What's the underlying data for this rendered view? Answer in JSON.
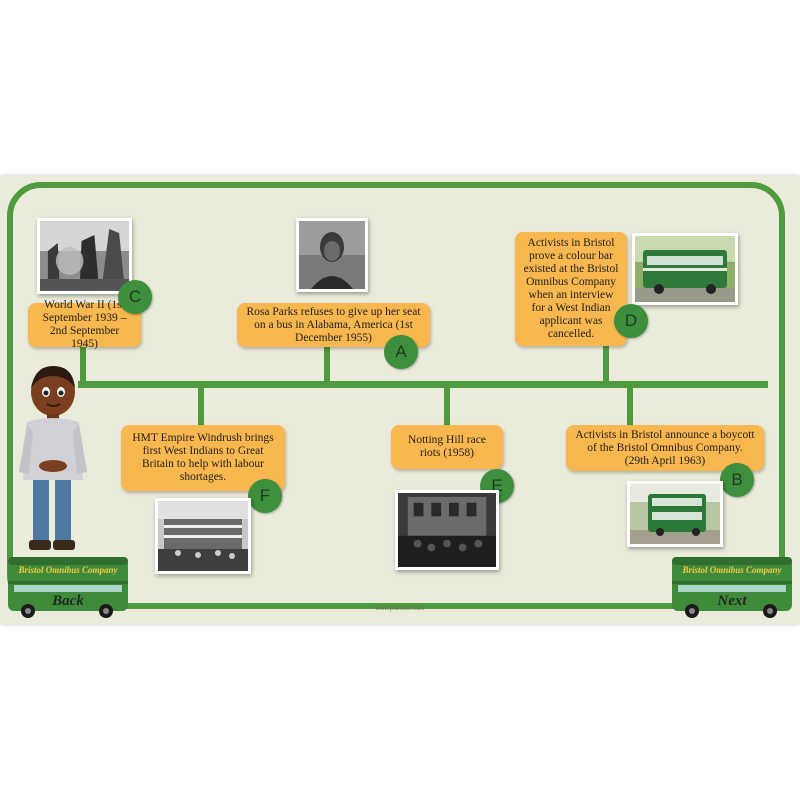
{
  "events": [
    {
      "id": "ww2",
      "text": "World War II (1st September 1939 – 2nd September 1945)",
      "letter": "C"
    },
    {
      "id": "rosa",
      "text": "Rosa Parks refuses to give up her seat on a bus in Alabama, America (1st December 1955)",
      "letter": "A"
    },
    {
      "id": "colourbar",
      "text": "Activists in Bristol prove a colour bar existed at the Bristol Omnibus Company when an interview for a West Indian applicant was cancelled.",
      "letter": "D"
    },
    {
      "id": "windrush",
      "text": "HMT Empire Windrush brings first West Indians to Great Britain to help with labour shortages.",
      "letter": "F"
    },
    {
      "id": "nottinghill",
      "text": "Notting Hill race riots (1958)",
      "letter": "E"
    },
    {
      "id": "boycott",
      "text": "Activists in Bristol announce a boycott of the Bristol Omnibus Company. (29th April 1963)",
      "letter": "B"
    }
  ],
  "nav": {
    "company": "Bristol Omnibus Company",
    "back_label": "Back",
    "next_label": "Next"
  },
  "footer": "www.planbee.com",
  "colors": {
    "accent": "#4e9a3c",
    "card": "#f8b74f",
    "badge": "#3d8f3e",
    "background": "#ebebdb"
  }
}
